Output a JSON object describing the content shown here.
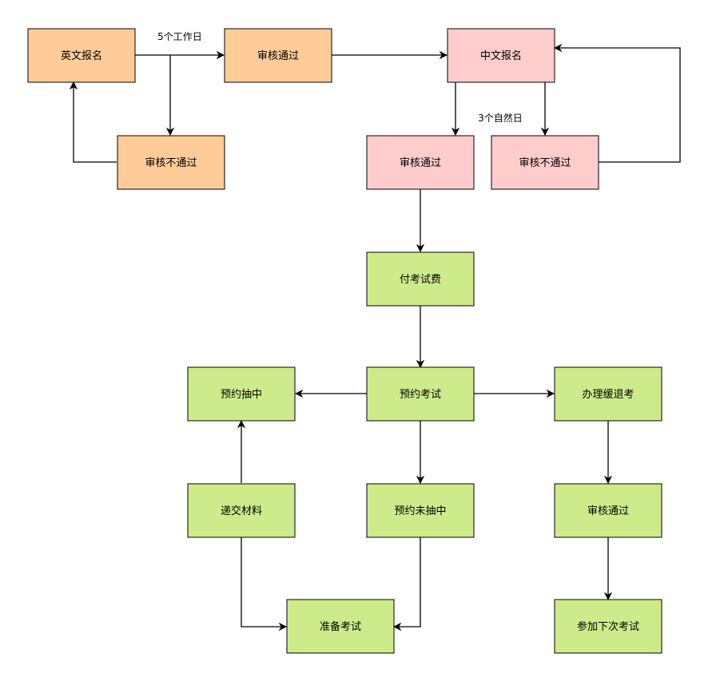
{
  "colors": {
    "orange_fill": "#FFCC99",
    "pink_fill": "#FFCCCC",
    "green_fill": "#CDEB8B",
    "stroke": "#000000"
  },
  "nodes": {
    "en_register": {
      "label": "英文报名",
      "color": "orange"
    },
    "en_approved": {
      "label": "审核通过",
      "color": "orange"
    },
    "en_rejected": {
      "label": "审核不通过",
      "color": "orange"
    },
    "cn_register": {
      "label": "中文报名",
      "color": "pink"
    },
    "cn_approved": {
      "label": "审核通过",
      "color": "pink"
    },
    "cn_rejected": {
      "label": "审核不通过",
      "color": "pink"
    },
    "pay_fee": {
      "label": "付考试费",
      "color": "green"
    },
    "book_exam": {
      "label": "预约考试",
      "color": "green"
    },
    "book_selected": {
      "label": "预约抽中",
      "color": "green"
    },
    "defer_exam": {
      "label": "办理缓退考",
      "color": "green"
    },
    "submit_docs": {
      "label": "递交材料",
      "color": "green"
    },
    "book_not_selected": {
      "label": "预约未抽中",
      "color": "green"
    },
    "defer_approved": {
      "label": "审核通过",
      "color": "green"
    },
    "prepare_exam": {
      "label": "准备考试",
      "color": "green"
    },
    "next_exam": {
      "label": "参加下次考试",
      "color": "green"
    }
  },
  "edge_labels": {
    "five_workdays": "5个工作日",
    "three_days": "3个自然日"
  }
}
